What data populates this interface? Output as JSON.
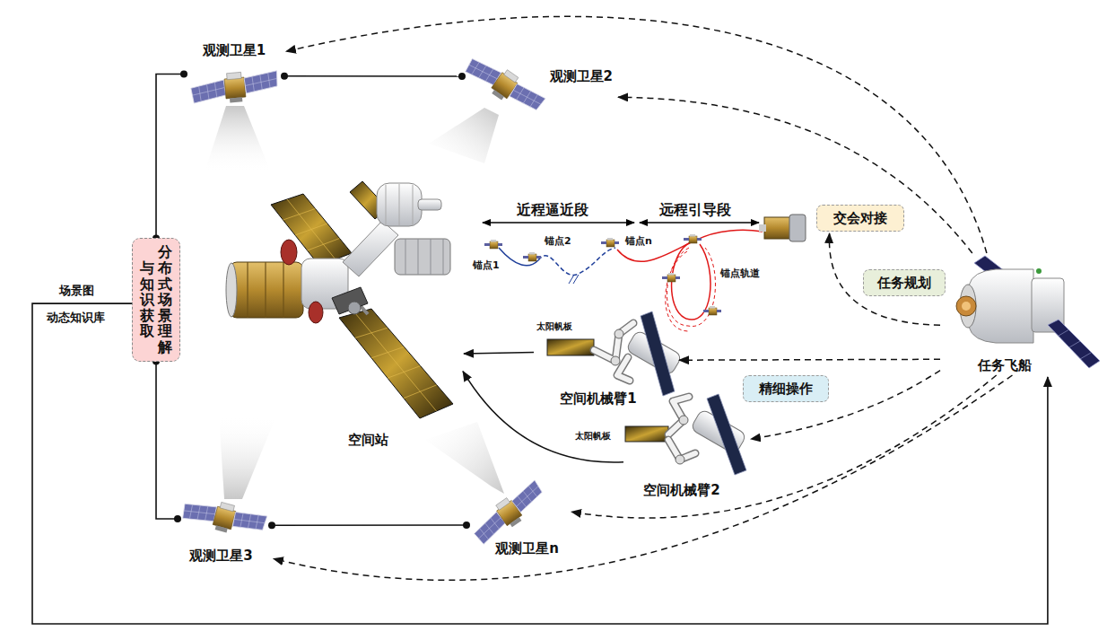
{
  "diagram": {
    "nodes": [
      {
        "text": [
          "观测卫星1"
        ]
      },
      {
        "text": [
          "观测卫星2"
        ]
      },
      {
        "text": [
          "分布式场景理解",
          "与知识获取"
        ]
      },
      {
        "text": [
          "空间站"
        ]
      },
      {
        "text": [
          "交会对接"
        ]
      },
      {
        "text": [
          "任务规划"
        ]
      },
      {
        "text": [
          "空间机械臂1"
        ]
      },
      {
        "text": [
          "精细操作"
        ]
      },
      {
        "text": [
          "空间机械臂2"
        ]
      },
      {
        "text": [
          "任务飞船"
        ]
      },
      {
        "text": [
          "观测卫星3"
        ]
      },
      {
        "text": [
          "观测卫星n"
        ]
      }
    ],
    "edges": [
      {
        "from": 2,
        "to": 0,
        "arrow": "none"
      },
      {
        "from": 0,
        "to": 1,
        "arrow": "none"
      },
      {
        "from": 2,
        "to": 10,
        "arrow": "none"
      },
      {
        "from": 10,
        "to": 11,
        "arrow": "none"
      },
      {
        "from": 2,
        "to": 9,
        "arrow": "to"
      },
      {
        "from": 9,
        "to": 0,
        "arrow": "to"
      },
      {
        "from": 9,
        "to": 1,
        "arrow": "to"
      },
      {
        "from": 9,
        "to": 4,
        "arrow": "to"
      },
      {
        "from": 9,
        "to": 6,
        "arrow": "to"
      },
      {
        "from": 9,
        "to": 8,
        "arrow": "to"
      },
      {
        "from": 9,
        "to": 11,
        "arrow": "to"
      },
      {
        "from": 9,
        "to": 10,
        "arrow": "to"
      },
      {
        "from": 6,
        "to": 3,
        "arrow": "to"
      },
      {
        "from": 8,
        "to": 3,
        "arrow": "to"
      }
    ],
    "labels": [
      "场景图",
      "动态知识库",
      "近程逼近段",
      "远程引导段",
      "锚点1",
      "锚点2",
      "锚点n",
      "锚点轨道",
      "太阳帆板",
      "太阳帆板"
    ]
  }
}
